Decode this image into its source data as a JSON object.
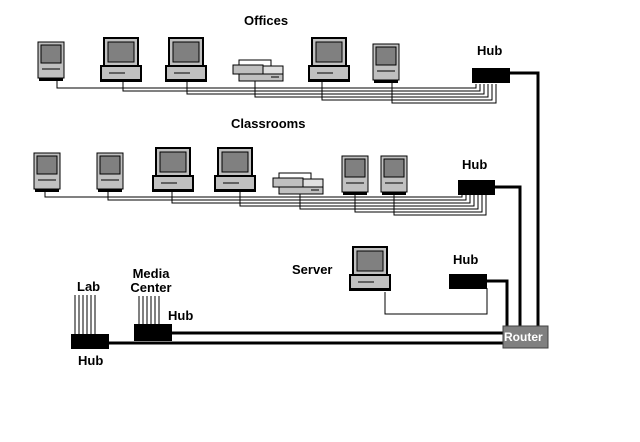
{
  "labels": {
    "offices": "Offices",
    "classrooms": "Classrooms",
    "server": "Server",
    "lab": "Lab",
    "media_center_line1": "Media",
    "media_center_line2": "Center",
    "hub": "Hub",
    "router": "Router"
  },
  "colors": {
    "line": "#000000",
    "device_fill": "#c0c0c0",
    "screen_fill": "#808080",
    "hub_fill": "#000000",
    "router_fill": "#808080",
    "router_text": "#ffffff"
  },
  "icons": {
    "compact_computer": "compact-mac-icon",
    "desktop_computer": "desktop-computer-icon",
    "printer": "printer-icon",
    "hub": "hub-icon",
    "router": "router-icon"
  }
}
